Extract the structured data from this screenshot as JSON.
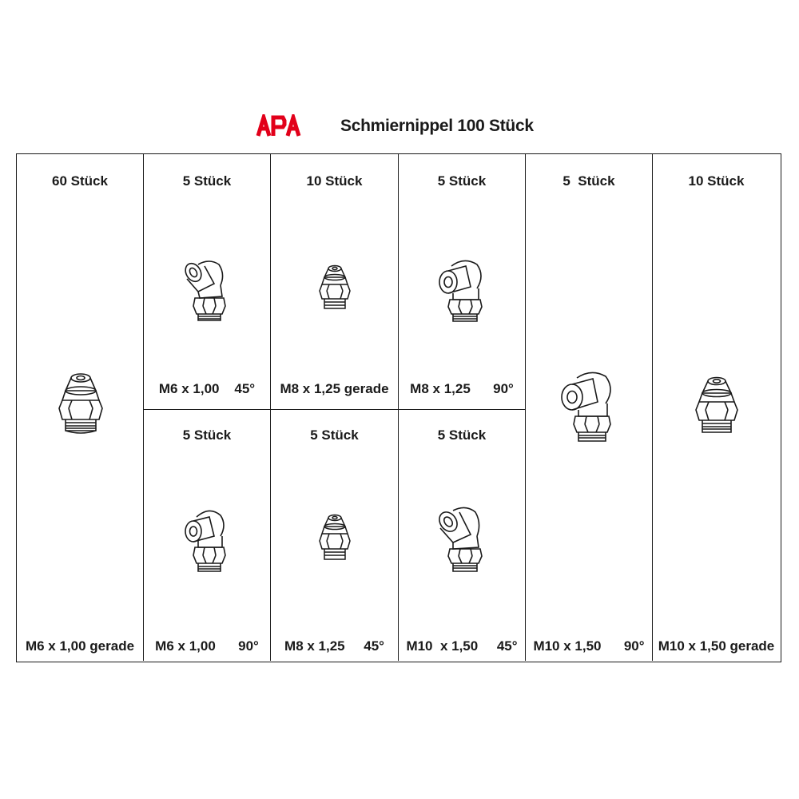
{
  "header": {
    "logo_text": "APA",
    "title": "Schmiernippel 100 Stück"
  },
  "colors": {
    "logo": "#e2001a",
    "line": "#1a1a1a"
  },
  "compartments": [
    {
      "count": "60 Stück",
      "spec": "M6 x 1,00 gerade",
      "fitting": "straight-nipple-icon"
    },
    {
      "count": "5 Stück",
      "spec": "M6 x 1,00    45°",
      "fitting": "angled-45-nipple-icon"
    },
    {
      "count": "5 Stück",
      "spec": "M6 x 1,00      90°",
      "fitting": "angled-90-nipple-icon"
    },
    {
      "count": "10 Stück",
      "spec": "M8 x 1,25 gerade",
      "fitting": "straight-nipple-icon"
    },
    {
      "count": "5 Stück",
      "spec": "M8 x 1,25     45°",
      "fitting": "straight-nipple-icon"
    },
    {
      "count": "5 Stück",
      "spec": "M8 x 1,25      90°",
      "fitting": "angled-90-nipple-icon"
    },
    {
      "count": "5 Stück",
      "spec": "M10  x 1,50     45°",
      "fitting": "angled-45-nipple-icon"
    },
    {
      "count": "5  Stück",
      "spec": "M10 x 1,50      90°",
      "fitting": "angled-90-nipple-icon"
    },
    {
      "count": "10 Stück",
      "spec": "M10 x 1,50 gerade",
      "fitting": "straight-nipple-icon"
    }
  ]
}
